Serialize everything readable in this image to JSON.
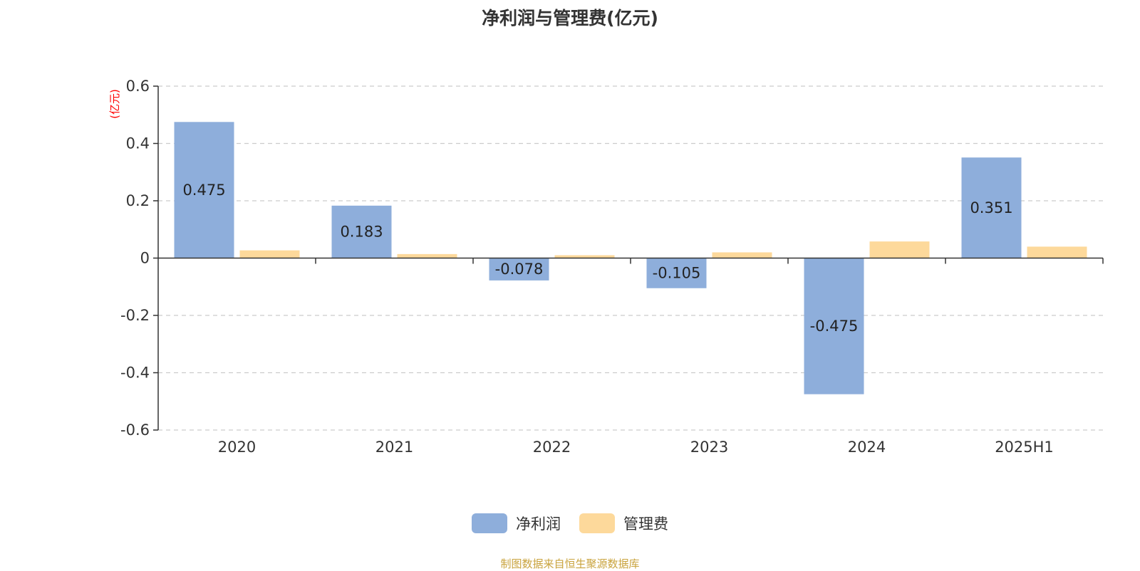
{
  "chart_data": {
    "type": "bar",
    "title": "净利润与管理费(亿元)",
    "ylabel": "(亿元)",
    "ylim": [
      -0.6,
      0.6
    ],
    "yticks": [
      0.6,
      0.4,
      0.2,
      0,
      -0.2,
      -0.4,
      -0.6
    ],
    "ytick_labels": [
      "0.6",
      "0.4",
      "0.2",
      "0",
      "-0.2",
      "-0.4",
      "-0.6"
    ],
    "categories": [
      "2020",
      "2021",
      "2022",
      "2023",
      "2024",
      "2025H1"
    ],
    "grid": true,
    "legend_position": "bottom",
    "series": [
      {
        "name": "净利润",
        "color": "#8eaedb",
        "values": [
          0.475,
          0.183,
          -0.078,
          -0.105,
          -0.475,
          0.351
        ],
        "labels": [
          "0.475",
          "0.183",
          "-0.078",
          "-0.105",
          "-0.475",
          "0.351"
        ]
      },
      {
        "name": "管理费",
        "color": "#fdd99b",
        "values": [
          0.027,
          0.014,
          0.01,
          0.02,
          0.058,
          0.04
        ]
      }
    ]
  },
  "footer": {
    "source": "制图数据来自恒生聚源数据库"
  }
}
